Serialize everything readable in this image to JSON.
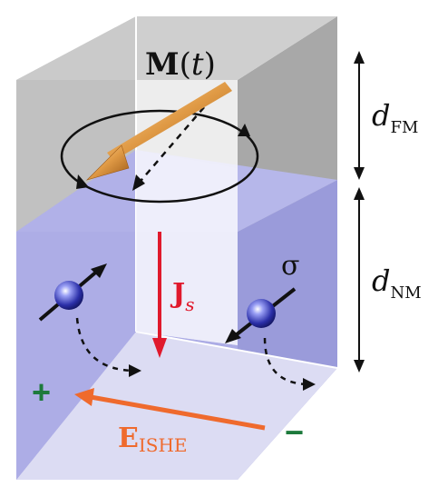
{
  "magnetization": {
    "label_main": "M",
    "label_open": "(",
    "label_var": "t",
    "label_close": ")"
  },
  "thickness_fm": {
    "symbol": "d",
    "subscript": "FM"
  },
  "thickness_nm": {
    "symbol": "d",
    "subscript": "NM"
  },
  "spin_current": {
    "symbol": "J",
    "subscript": "s"
  },
  "spin_label": "σ",
  "electric_field": {
    "symbol": "E",
    "subscript": "ISHE"
  },
  "plus_sign": "+",
  "minus_sign": "−",
  "colors": {
    "fm_layer": "#b9b9b9",
    "nm_layer": "#9d9ee0",
    "spin_current": "#e0192c",
    "electric_field": "#ef6a2d",
    "sign": "#1d7a3c",
    "magnetization": "#d9913e"
  }
}
